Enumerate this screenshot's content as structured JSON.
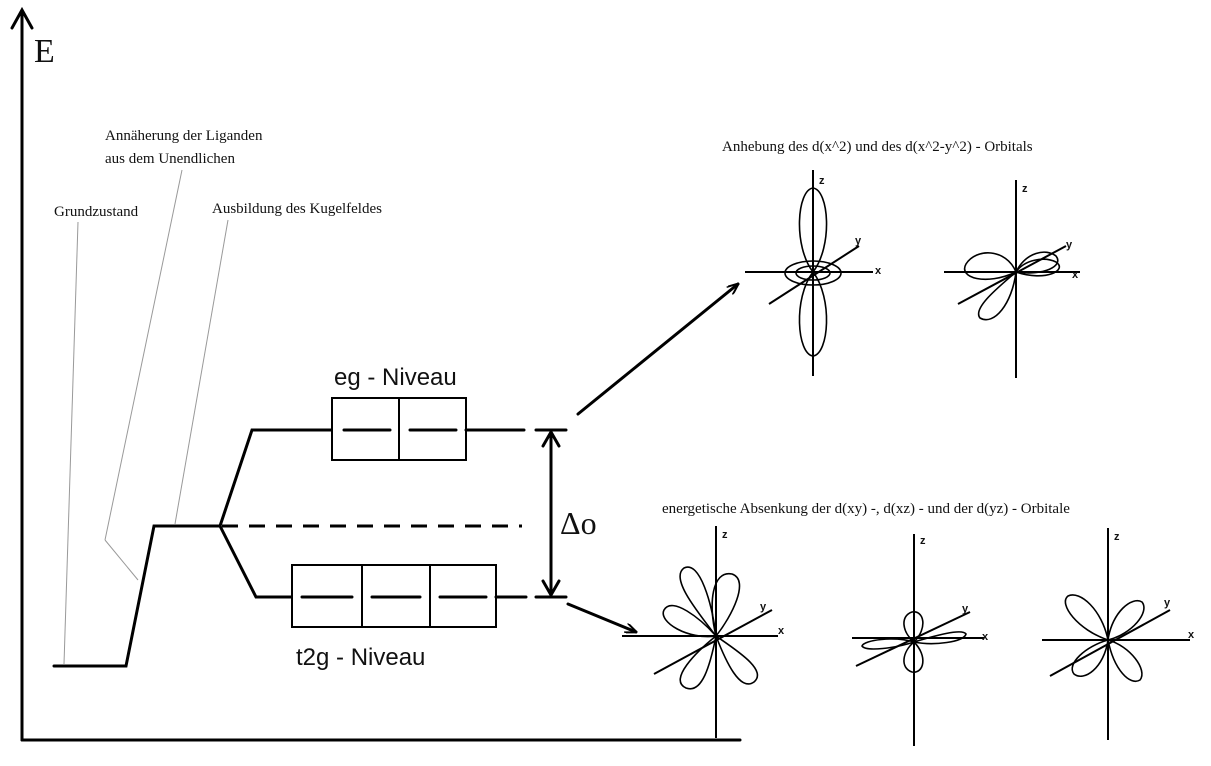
{
  "axis": {
    "energy_label": "E"
  },
  "labels": {
    "ground_state": "Grundzustand",
    "approach_line1": "Annäherung der Liganden",
    "approach_line2": "aus dem Unendlichen",
    "spherical_field": "Ausbildung des Kugelfeldes",
    "eg_level": "eg - Niveau",
    "t2g_level": "t2g - Niveau",
    "delta_o": "Δo",
    "eg_caption": "Anhebung des d(x^2) und des d(x^2-y^2) - Orbitals",
    "t2g_caption": "energetische Absenkung der d(xy) -, d(xz) - und der d(yz) - Orbitale"
  },
  "orbital_axis_labels": {
    "z": "z",
    "y": "y",
    "x": "x"
  },
  "levels": {
    "eg_boxes": 2,
    "t2g_boxes": 3
  }
}
